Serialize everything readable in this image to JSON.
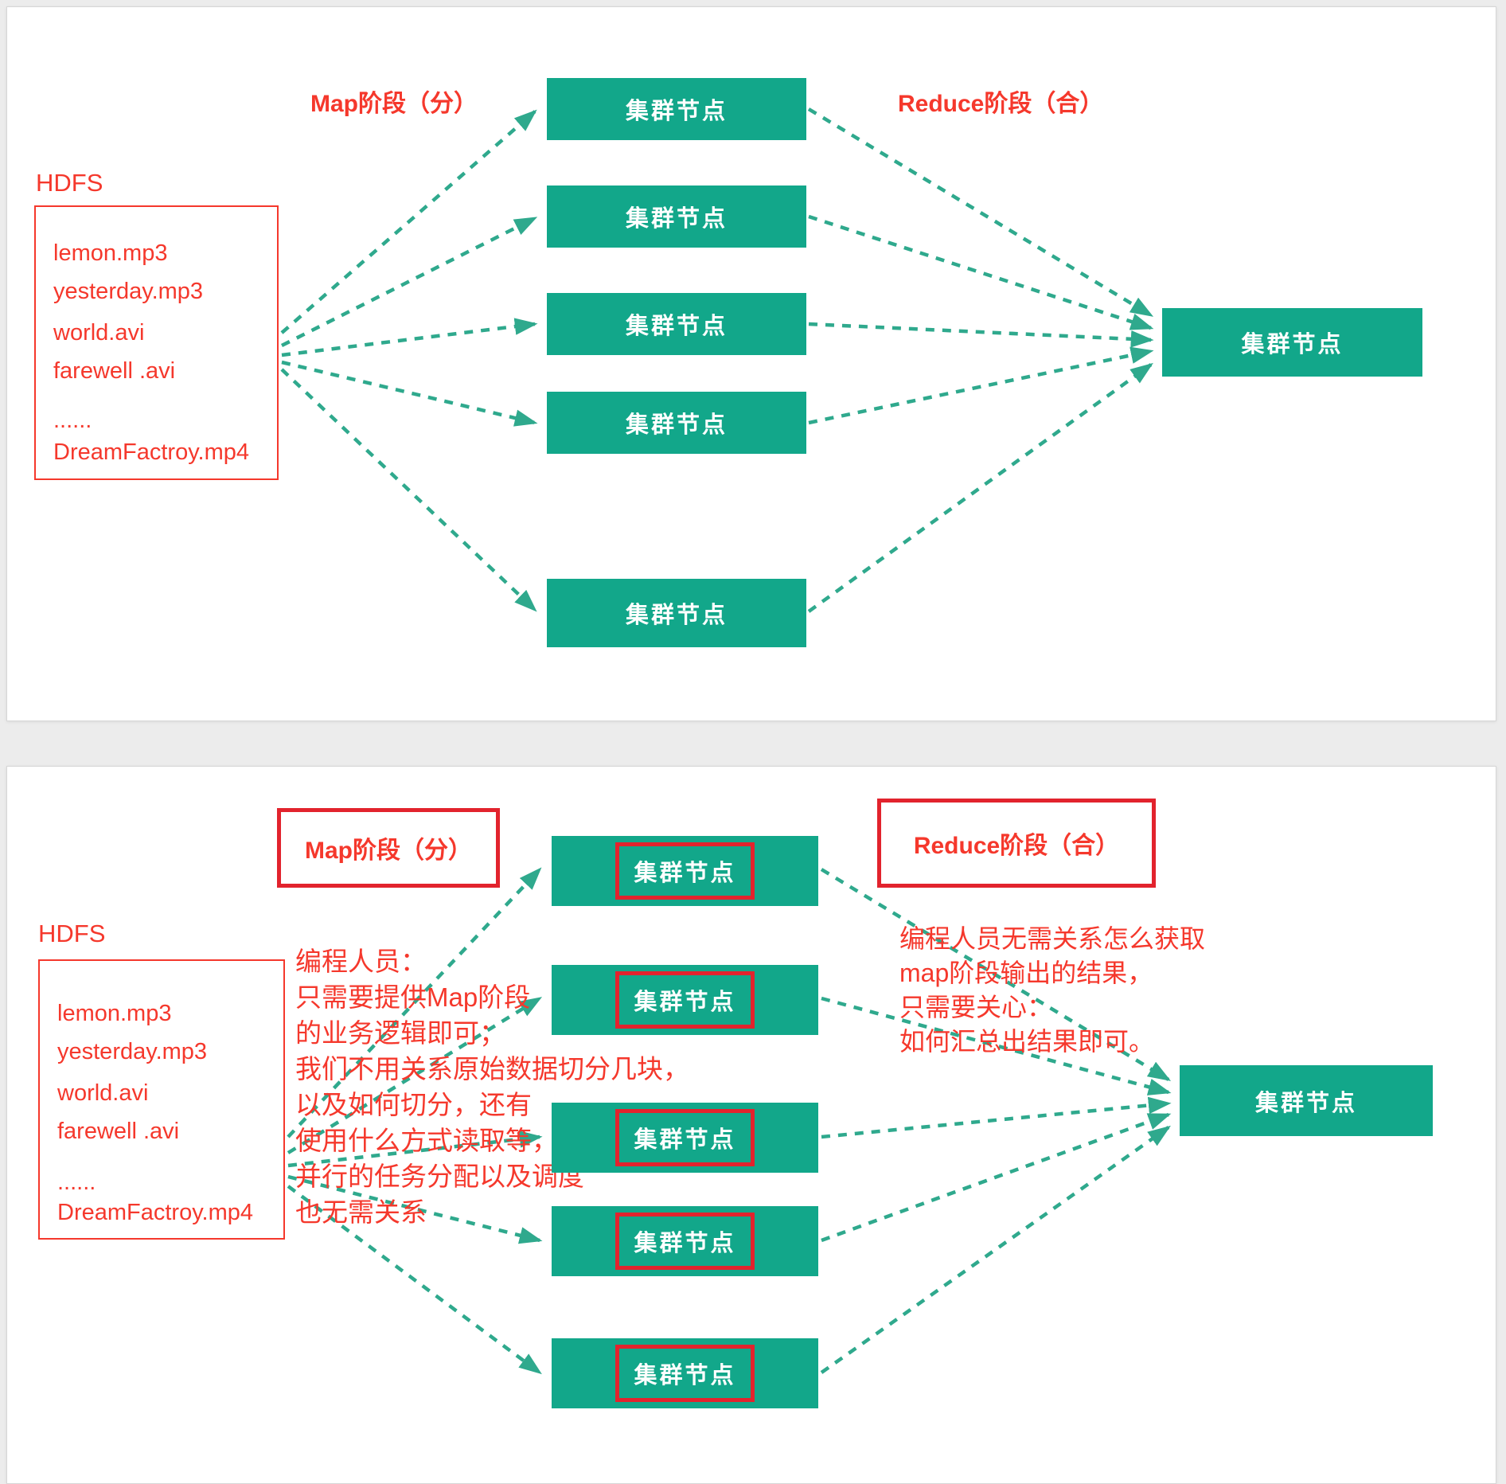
{
  "colors": {
    "node_green": "#12a78a",
    "arrow_teal": "#2fa98d",
    "annotation_red": "#f5382c",
    "frame_red": "#e2232d"
  },
  "shared": {
    "node_label": "集群节点"
  },
  "top_panel": {
    "map_stage_label": "Map阶段（分）",
    "reduce_stage_label": "Reduce阶段（合）",
    "hdfs_label": "HDFS",
    "files": [
      "lemon.mp3",
      "yesterday.mp3",
      "world.avi",
      "farewell .avi",
      "......",
      "DreamFactroy.mp4"
    ]
  },
  "bottom_panel": {
    "map_stage_label": "Map阶段（分）",
    "reduce_stage_label": "Reduce阶段（合）",
    "hdfs_label": "HDFS",
    "files": [
      "lemon.mp3",
      "yesterday.mp3",
      "world.avi",
      "farewell .avi",
      "......",
      "DreamFactroy.mp4"
    ],
    "map_note": "编程人员：\n只需要提供Map阶段\n的业务逻辑即可；\n我们不用关系原始数据切分几块，\n以及如何切分，还有\n使用什么方式读取等，\n并行的任务分配以及调度\n也无需关系",
    "reduce_note": "编程人员无需关系怎么获取\nmap阶段输出的结果，\n只需要关心：\n如何汇总出结果即可。"
  }
}
